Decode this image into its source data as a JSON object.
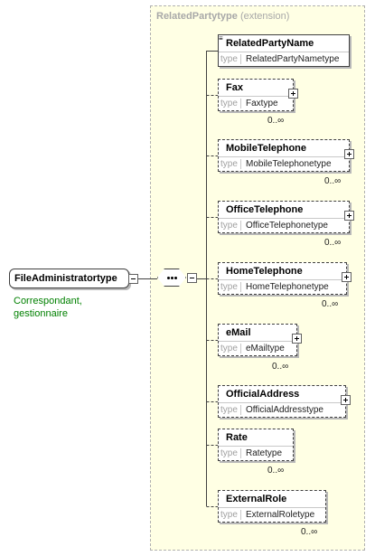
{
  "extension": {
    "title": "RelatedPartytype",
    "subtitle": "(extension)"
  },
  "root": {
    "name": "FileAdministratortype",
    "documentation_line1": "Correspondant,",
    "documentation_line2": "gestionnaire"
  },
  "compositor": {
    "kind": "sequence"
  },
  "type_label": "type",
  "elements": [
    {
      "name": "RelatedPartyName",
      "type": "RelatedPartyNametype",
      "cardinality": "",
      "required": true,
      "expandable": false,
      "flag": "≡"
    },
    {
      "name": "Fax",
      "type": "Faxtype",
      "cardinality": "0..∞",
      "required": false,
      "expandable": true,
      "flag": ""
    },
    {
      "name": "MobileTelephone",
      "type": "MobileTelephonetype",
      "cardinality": "0..∞",
      "required": false,
      "expandable": true,
      "flag": ""
    },
    {
      "name": "OfficeTelephone",
      "type": "OfficeTelephonetype",
      "cardinality": "0..∞",
      "required": false,
      "expandable": true,
      "flag": ""
    },
    {
      "name": "HomeTelephone",
      "type": "HomeTelephonetype",
      "cardinality": "0..∞",
      "required": false,
      "expandable": true,
      "flag": ""
    },
    {
      "name": "eMail",
      "type": "eMailtype",
      "cardinality": "0..∞",
      "required": false,
      "expandable": true,
      "flag": ""
    },
    {
      "name": "OfficialAddress",
      "type": "OfficialAddresstype",
      "cardinality": "",
      "required": false,
      "expandable": true,
      "flag": ""
    },
    {
      "name": "Rate",
      "type": "Ratetype",
      "cardinality": "0..∞",
      "required": false,
      "expandable": false,
      "flag": ""
    },
    {
      "name": "ExternalRole",
      "type": "ExternalRoletype",
      "cardinality": "0..∞",
      "required": false,
      "expandable": false,
      "flag": ""
    }
  ],
  "colors": {
    "extension_background": "#ffffe4",
    "documentation_text": "#008000"
  }
}
